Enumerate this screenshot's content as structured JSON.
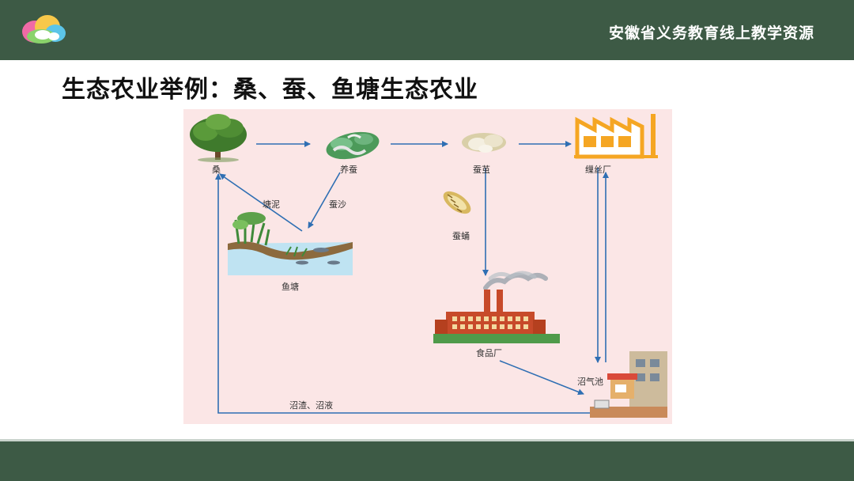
{
  "header": {
    "brand_title": "安徽省义务教育线上教学资源",
    "logo_icon": "cloud-rainbow-logo-icon"
  },
  "page": {
    "title": "生态农业举例：桑、蚕、鱼塘生态农业"
  },
  "diagram": {
    "nodes": {
      "mulberry": "桑",
      "silkworm": "养蚕",
      "cocoon": "蚕茧",
      "silk_factory": "缫丝厂",
      "pupa": "蚕蛹",
      "fish_pond": "鱼塘",
      "food_factory": "食品厂",
      "biogas": "沼气池"
    },
    "edges": {
      "pond_mud": "塘泥",
      "silkworm_feces": "蚕沙",
      "biogas_residue": "沼渣、沼液"
    },
    "colors": {
      "arrow": "#2f6fb3",
      "background": "#fbe6e6",
      "header": "#3d5a45"
    }
  }
}
